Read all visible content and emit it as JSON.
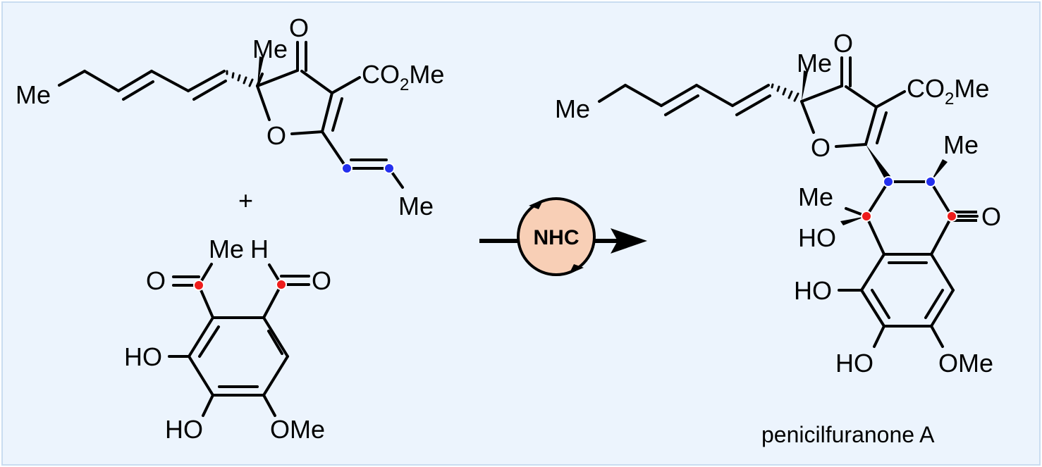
{
  "colors": {
    "background": "#ecf4fd",
    "border": "#c9dcf0",
    "bond": "#000000",
    "marker_blue": "#2430ee",
    "marker_red": "#ee1c1c",
    "catalyst_fill": "#f8cfb6"
  },
  "furanone": {
    "oxo": "O",
    "methyl": "Me",
    "ester_prefix": "CO",
    "ester_sub": "2",
    "ester_suffix": "Me",
    "chain_methyl": "Me",
    "ring_oxygen": "O",
    "propenyl_methyl": "Me"
  },
  "plus": "+",
  "benzene": {
    "acetyl_methyl": "Me",
    "formyl_h": "H",
    "acetyl_oxygen": "O",
    "formyl_oxygen": "O",
    "hydroxy_1": "HO",
    "hydroxy_2": "HO",
    "methoxy": "OMe"
  },
  "catalyst": "NHC",
  "product": {
    "name": "penicilfuranone A",
    "oxo": "O",
    "methyl_quat": "Me",
    "ester_prefix": "CO",
    "ester_sub": "2",
    "ester_suffix": "Me",
    "chain_methyl": "Me",
    "ring_oxygen": "O",
    "n_methyl": "Me",
    "c_methyl": "Me",
    "hydroxy_c": "HO",
    "lactone_oxygen": "O",
    "hydroxy_1": "HO",
    "hydroxy_2": "HO",
    "methoxy": "OMe"
  }
}
